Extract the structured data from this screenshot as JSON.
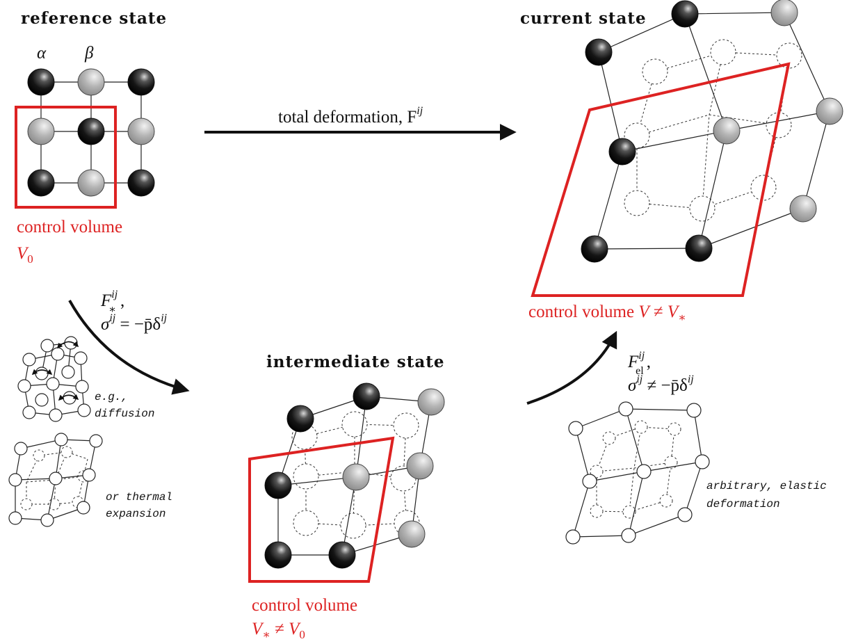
{
  "titles": {
    "reference": "reference state",
    "current": "current state",
    "intermediate": "intermediate state"
  },
  "species": {
    "alpha": "α",
    "beta": "β"
  },
  "reference_cv": {
    "line1": "control volume",
    "line2_main": "V",
    "line2_sub": "0"
  },
  "total_deformation": {
    "text": "total deformation, F",
    "sup": "ij"
  },
  "current_cv": {
    "prefix": "control volume ",
    "v": "V",
    "neq": " ≠ ",
    "vstar": "V",
    "star": "∗"
  },
  "intermediate_cv": {
    "line1": "control volume",
    "v": "V",
    "star": "∗",
    "neq": " ≠ ",
    "v0": "V",
    "zero": "0"
  },
  "left_arrow_label": {
    "F": "F",
    "F_sup": "ij",
    "F_sub": "∗",
    "comma": ",",
    "sigma": "σ",
    "sigma_sup": "ij",
    "eq": " = −p̄δ",
    "delta_sup": "ij"
  },
  "right_arrow_label": {
    "F": "F",
    "F_sup": "ij",
    "F_sub": "el",
    "comma": ",",
    "sigma": "σ",
    "sigma_sup": "ij",
    "neq": " ≠ −p̄δ",
    "delta_sup": "ij"
  },
  "notes": {
    "diffusion_1": "e.g.,",
    "diffusion_2": "diffusion",
    "thermal_1": "or thermal",
    "thermal_2": "expansion",
    "elastic_1": "arbitrary, elastic",
    "elastic_2": "deformation"
  },
  "colors": {
    "control_volume": "#dd2222",
    "alpha_atom": "#111111",
    "beta_atom": "#aaaaaa",
    "arrow": "#111111"
  }
}
